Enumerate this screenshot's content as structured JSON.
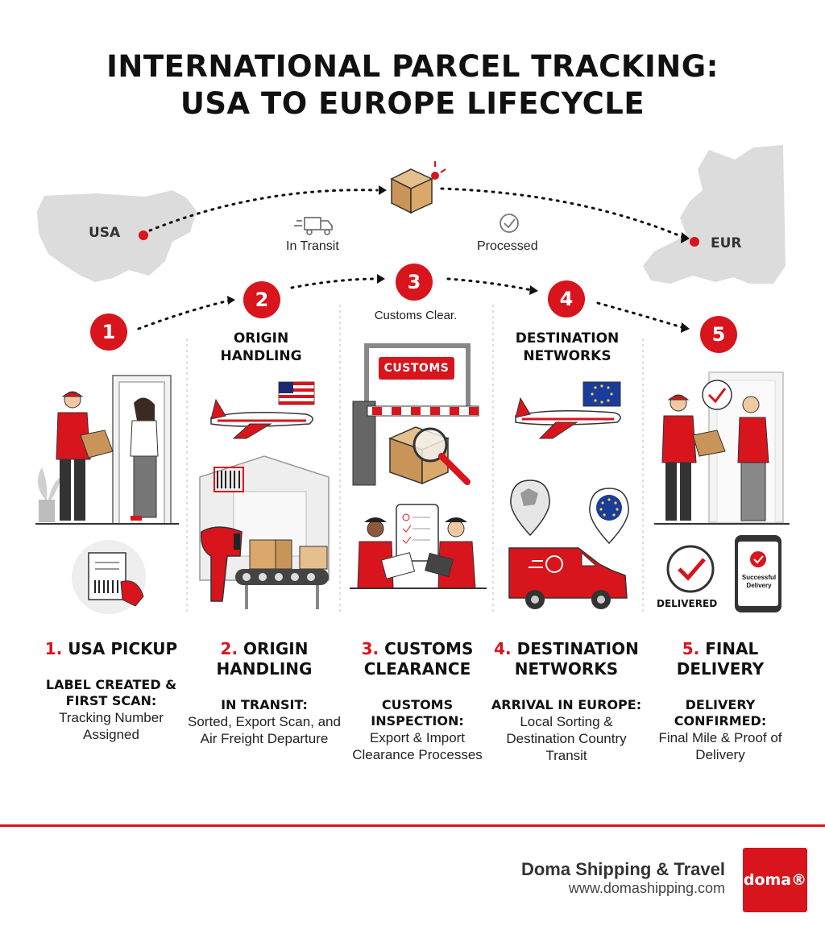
{
  "title": {
    "line1": "INTERNATIONAL PARCEL TRACKING:",
    "line2": "USA TO EUROPE LIFECYCLE"
  },
  "route": {
    "origin": "USA",
    "destination": "EUR",
    "status_in_transit": "In Transit",
    "status_processed": "Processed"
  },
  "step_numbers": [
    "1",
    "2",
    "3",
    "4",
    "5"
  ],
  "stage_headings": {
    "origin": "ORIGIN HANDLING",
    "customs": "Customs Clear.",
    "destination": "DESTINATION NETWORKS"
  },
  "illustration_text": {
    "customs_sign": "CUSTOMS",
    "delivered": "DELIVERED",
    "phone_screen": "Successful Delivery"
  },
  "stages": [
    {
      "num": "1.",
      "title1": "USA PICKUP",
      "title2": "",
      "heading": "LABEL CREATED & FIRST SCAN:",
      "description": "Tracking Number Assigned"
    },
    {
      "num": "2.",
      "title1": "ORIGIN",
      "title2": "HANDLING",
      "heading": "IN TRANSIT:",
      "description": "Sorted, Export Scan, and Air Freight Departure"
    },
    {
      "num": "3.",
      "title1": "CUSTOMS",
      "title2": "CLEARANCE",
      "heading": "CUSTOMS INSPECTION:",
      "description": "Export & Import Clearance Processes"
    },
    {
      "num": "4.",
      "title1": "DESTINATION",
      "title2": "NETWORKS",
      "heading": "ARRIVAL IN EUROPE:",
      "description": "Local Sorting & Destination Country Transit"
    },
    {
      "num": "5.",
      "title1": "FINAL",
      "title2": "DELIVERY",
      "heading": "DELIVERY CONFIRMED:",
      "description": "Final Mile & Proof of Delivery"
    }
  ],
  "footer": {
    "brand": "Doma Shipping & Travel",
    "url": "www.domashipping.com",
    "logo_text": "doma®"
  },
  "colors": {
    "accent": "#d8141c",
    "map_gray": "#dcdcdc",
    "text": "#111111"
  },
  "icons": [
    "usa-map",
    "europe-map",
    "parcel-box-icon",
    "truck-icon",
    "check-circle-icon",
    "airplane-icon",
    "usa-flag-icon",
    "eu-flag-icon",
    "barcode-scanner-icon",
    "warehouse-icon",
    "conveyor-icon",
    "customs-gate-icon",
    "magnifier-icon",
    "clipboard-icon",
    "map-pin-icon",
    "delivery-van-icon",
    "door-icon",
    "plant-icon",
    "shipping-label-icon",
    "smartphone-icon",
    "speech-check-icon"
  ]
}
